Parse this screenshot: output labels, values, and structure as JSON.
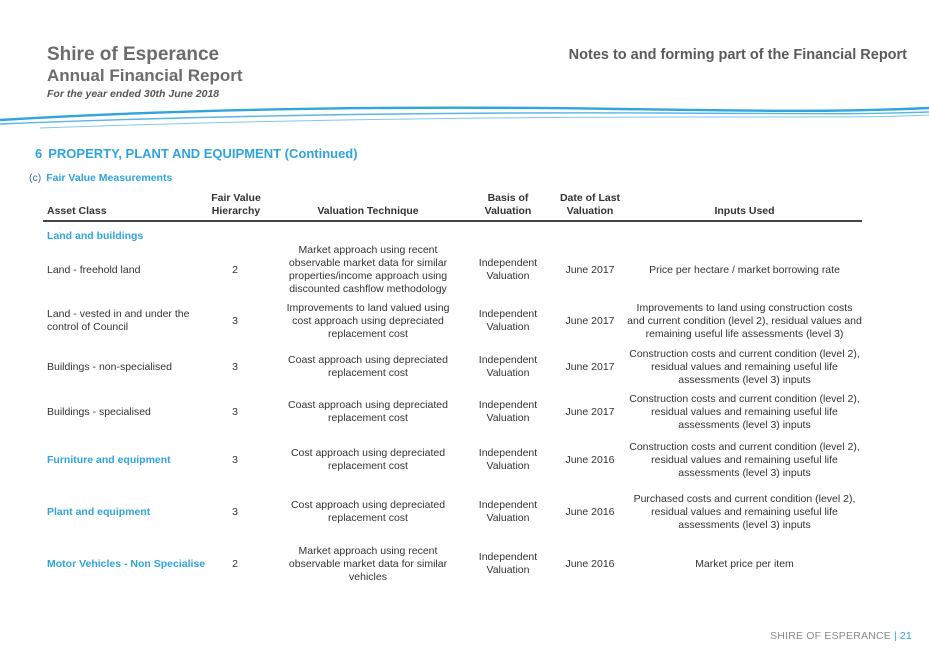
{
  "header": {
    "organisation": "Shire of Esperance",
    "report_title": "Annual Financial Report",
    "period": "For the year ended 30th June 2018",
    "notes_title": "Notes to and forming part of the Financial Report"
  },
  "section": {
    "number": "6",
    "title": "PROPERTY, PLANT AND EQUIPMENT (Continued)",
    "sub_label": "(c)",
    "sub_title": "Fair Value Measurements"
  },
  "table": {
    "columns": {
      "asset_class": "Asset Class",
      "hierarchy_line1": "Fair Value",
      "hierarchy_line2": "Hierarchy",
      "technique": "Valuation Technique",
      "basis_line1": "Basis of",
      "basis_line2": "Valuation",
      "date_line1": "Date of Last",
      "date_line2": "Valuation",
      "inputs": "Inputs Used"
    },
    "group_label": "Land and buildings",
    "rows": [
      {
        "asset_class": "Land - freehold land",
        "hierarchy": "2",
        "technique": "Market approach using recent observable market data for similar properties/income approach using discounted cashflow methodology",
        "basis": "Independent Valuation",
        "date": "June 2017",
        "inputs": "Price per hectare / market borrowing rate"
      },
      {
        "asset_class": "Land - vested in and under the control of Council",
        "hierarchy": "3",
        "technique": "Improvements to land valued using cost approach using depreciated replacement cost",
        "basis": "Independent Valuation",
        "date": "June 2017",
        "inputs": "Improvements to land using construction costs and current condition (level 2), residual values and remaining useful life assessments (level 3)"
      },
      {
        "asset_class": "Buildings - non-specialised",
        "hierarchy": "3",
        "technique": "Coast approach using depreciated replacement cost",
        "basis": "Independent Valuation",
        "date": "June 2017",
        "inputs": "Construction costs and current condition (level 2),  residual values and remaining useful life assessments (level 3) inputs"
      },
      {
        "asset_class": "Buildings - specialised",
        "hierarchy": "3",
        "technique": "Coast approach using depreciated replacement cost",
        "basis": "Independent Valuation",
        "date": "June 2017",
        "inputs": "Construction costs and current condition (level 2), residual values and remaining useful life assessments (level 3) inputs"
      },
      {
        "asset_class": "Furniture and equipment",
        "hierarchy": "3",
        "technique": "Cost approach using depreciated replacement cost",
        "basis": "Independent Valuation",
        "date": "June 2016",
        "inputs": "Construction costs and current condition (level 2), residual values and remaining useful life assessments (level 3) inputs"
      },
      {
        "asset_class": "Plant and equipment",
        "hierarchy": "3",
        "technique": "Cost approach using depreciated replacement cost",
        "basis": "Independent Valuation",
        "date": "June 2016",
        "inputs": "Purchased costs and current condition (level 2), residual values and remaining useful life assessments (level 3) inputs"
      },
      {
        "asset_class": "Motor Vehicles - Non Specialise",
        "hierarchy": "2",
        "technique": "Market approach using recent observable market data for similar vehicles",
        "basis": "Independent Valuation",
        "date": "June 2016",
        "inputs": "Market price per item"
      }
    ]
  },
  "footer": {
    "org": "SHIRE OF ESPERANCE",
    "separator": "|",
    "page": "21"
  },
  "colors": {
    "accent": "#2fa4de",
    "header_grey": "#6b6b6b"
  }
}
